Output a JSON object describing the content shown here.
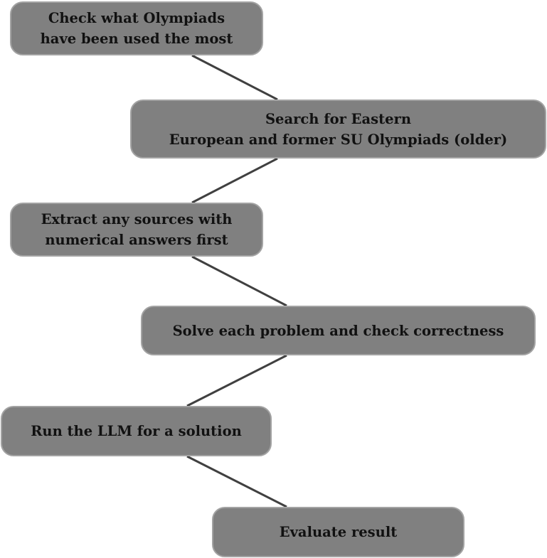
{
  "steps": [
    {
      "label": "Check what Olympiads\nhave been used the most"
    },
    {
      "label": "Search for Eastern\nEuropean and former SU Olympiads (older)"
    },
    {
      "label": "Extract any sources with\nnumerical answers first"
    },
    {
      "label": "Solve each problem and check correctness"
    },
    {
      "label": "Run the LLM for a solution"
    },
    {
      "label": "Evaluate result"
    }
  ],
  "colors": {
    "node_fill": "#808080",
    "node_border": "#a3a3a3",
    "edge": "#404040"
  }
}
